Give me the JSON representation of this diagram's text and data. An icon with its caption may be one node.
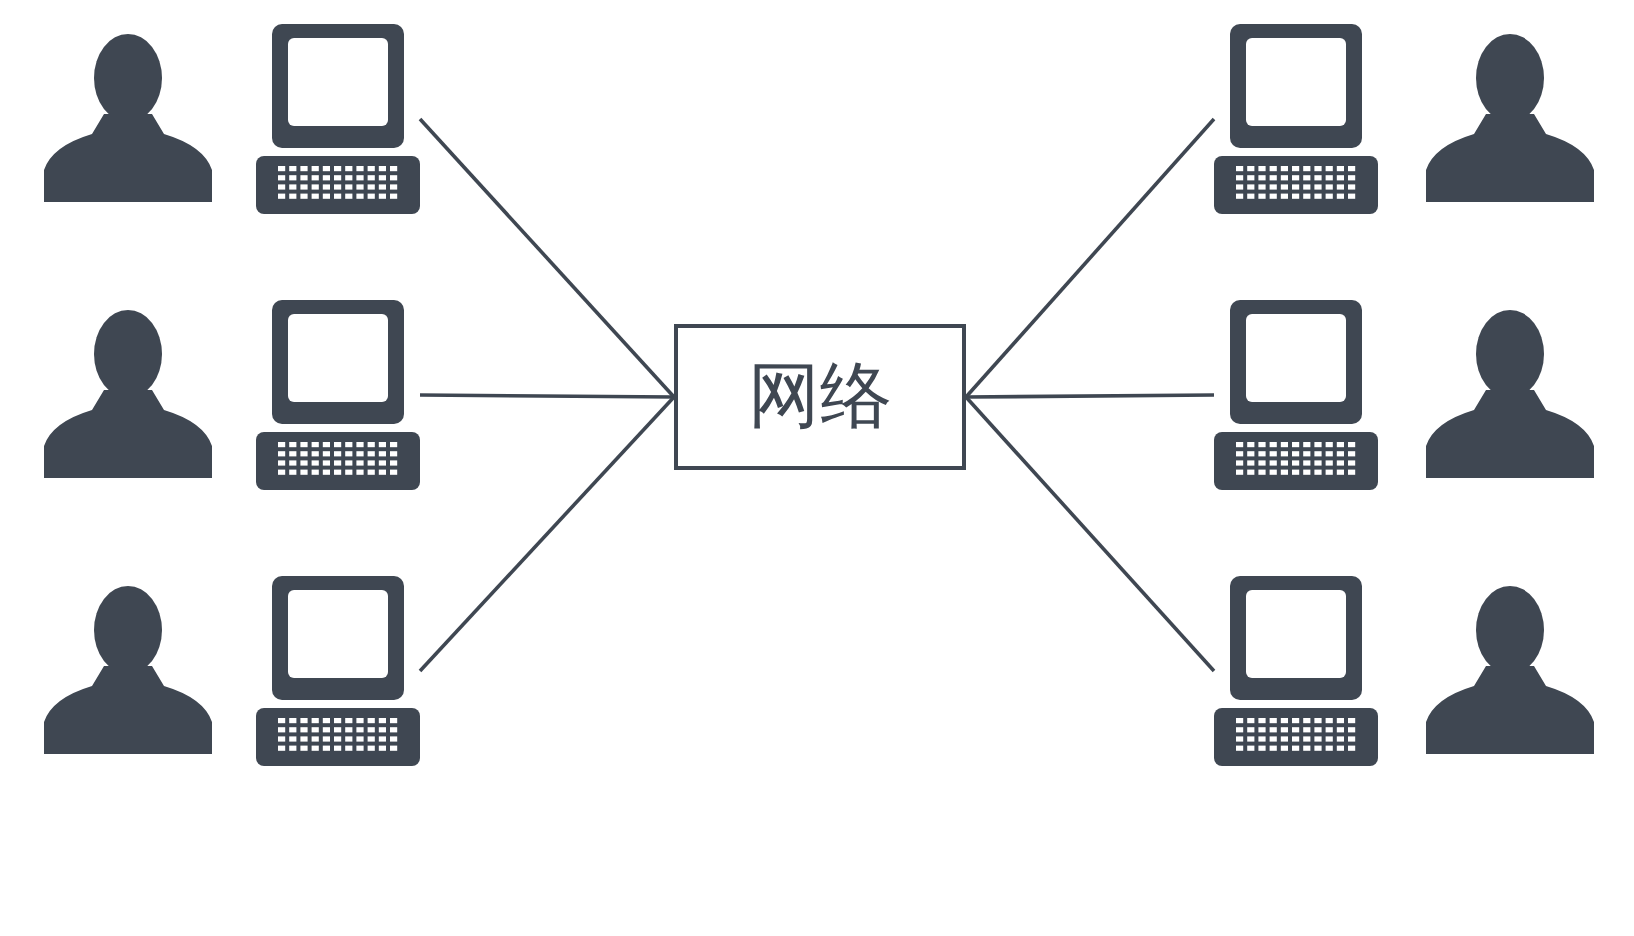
{
  "diagram": {
    "nodes": [
      {
        "text": [
          "网络"
        ]
      },
      {
        "text": [],
        "shape": "computer"
      },
      {
        "text": [],
        "shape": "computer"
      },
      {
        "text": [],
        "shape": "computer"
      },
      {
        "text": [],
        "shape": "computer"
      },
      {
        "text": [],
        "shape": "computer"
      },
      {
        "text": [],
        "shape": "computer"
      }
    ],
    "edges": [
      {
        "from": 1,
        "to": 0,
        "arrow": "none"
      },
      {
        "from": 2,
        "to": 0,
        "arrow": "none"
      },
      {
        "from": 3,
        "to": 0,
        "arrow": "none"
      },
      {
        "from": 0,
        "to": 4,
        "arrow": "none"
      },
      {
        "from": 0,
        "to": 5,
        "arrow": "none"
      },
      {
        "from": 0,
        "to": 6,
        "arrow": "none"
      }
    ]
  }
}
